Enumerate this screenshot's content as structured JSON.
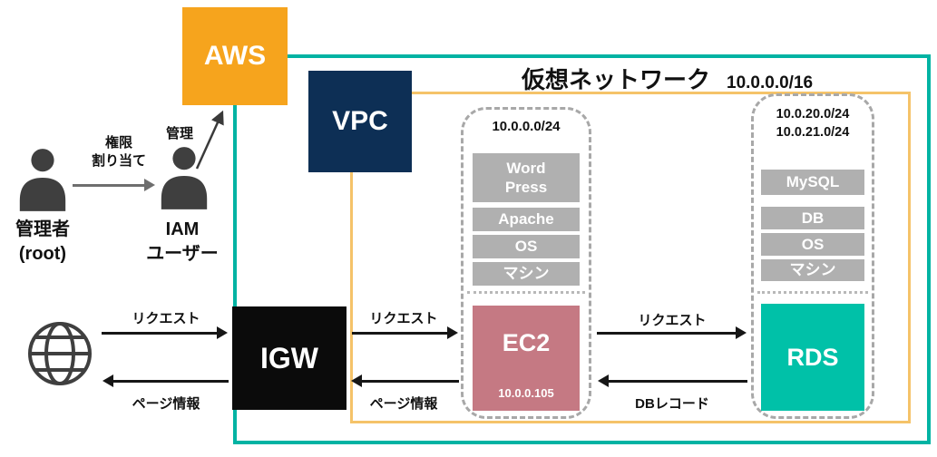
{
  "aws": {
    "label": "AWS"
  },
  "vpc": {
    "label": "VPC"
  },
  "igw": {
    "label": "IGW"
  },
  "network": {
    "title": "仮想ネットワーク",
    "cidr": "10.0.0.0/16"
  },
  "admin": {
    "line1": "管理者",
    "line2": "(root)"
  },
  "iam": {
    "line1": "IAM",
    "line2": "ユーザー"
  },
  "grant": {
    "line1": "権限",
    "line2": "割り当て"
  },
  "manage": {
    "label": "管理"
  },
  "ec2": {
    "subnet": "10.0.0.0/24",
    "stack": [
      "Word\nPress",
      "Apache",
      "OS",
      "マシン"
    ],
    "label": "EC2",
    "ip": "10.0.0.105"
  },
  "rds": {
    "subnet1": "10.0.20.0/24",
    "subnet2": "10.0.21.0/24",
    "stack": [
      "MySQL",
      "DB",
      "OS",
      "マシン"
    ],
    "label": "RDS"
  },
  "flows": {
    "request1": "リクエスト",
    "request2": "リクエスト",
    "request3": "リクエスト",
    "page1": "ページ情報",
    "page2": "ページ情報",
    "dbrecord": "DBレコード"
  },
  "colors": {
    "aws_orange": "#F6A41D",
    "boundary_teal": "#00B3A3",
    "vpc_navy": "#0D2F55",
    "vpc_border_orange": "#F5C369",
    "igw_black": "#0B0B0B",
    "ec2_rose": "#C57983",
    "rds_teal": "#00C1A8",
    "stack_gray": "#B0B0B0"
  }
}
